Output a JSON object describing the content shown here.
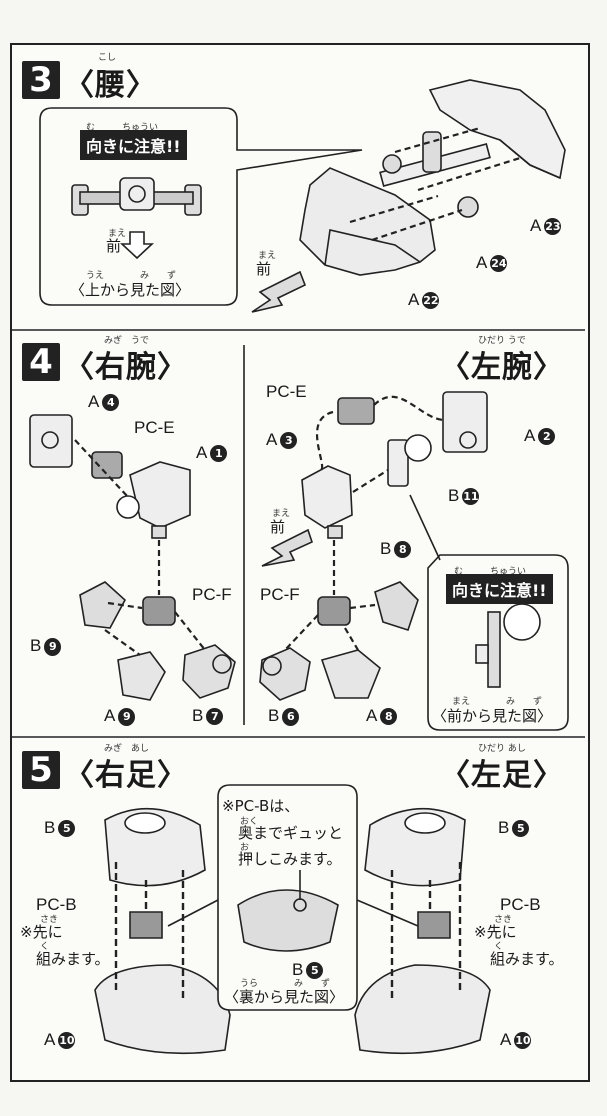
{
  "step3": {
    "number": "3",
    "title": "〈腰〉",
    "title_ruby": "こし",
    "callout": {
      "caution_ruby": "む　　　ちゅうい",
      "caution": "向きに注意!!",
      "front_ruby": "まえ",
      "front": "前",
      "view_ruby": "うえ　　　　み　　ず",
      "view": "〈上から見た図〉"
    },
    "front_ruby": "まえ",
    "front": "前",
    "parts": [
      {
        "letter": "A",
        "num": "23"
      },
      {
        "letter": "A",
        "num": "24"
      },
      {
        "letter": "A",
        "num": "22"
      }
    ]
  },
  "step4": {
    "number": "4",
    "title_right": "〈右腕〉",
    "title_right_ruby": "みぎ　うで",
    "title_left": "〈左腕〉",
    "title_left_ruby": "ひだり うで",
    "right_parts": [
      {
        "letter": "A",
        "num": "4"
      },
      {
        "letter": "PC-E",
        "num": ""
      },
      {
        "letter": "A",
        "num": "1"
      },
      {
        "letter": "PC-F",
        "num": ""
      },
      {
        "letter": "B",
        "num": "9"
      },
      {
        "letter": "A",
        "num": "9"
      },
      {
        "letter": "B",
        "num": "7"
      }
    ],
    "left_parts": [
      {
        "letter": "PC-E",
        "num": ""
      },
      {
        "letter": "A",
        "num": "3"
      },
      {
        "letter": "A",
        "num": "2"
      },
      {
        "letter": "B",
        "num": "11"
      },
      {
        "letter": "B",
        "num": "8"
      },
      {
        "letter": "PC-F",
        "num": ""
      },
      {
        "letter": "B",
        "num": "6"
      },
      {
        "letter": "A",
        "num": "8"
      }
    ],
    "front_ruby": "まえ",
    "front": "前",
    "callout": {
      "caution_ruby": "む　　　ちゅうい",
      "caution": "向きに注意!!",
      "view_ruby": "まえ　　　　み　　ず",
      "view": "〈前から見た図〉"
    }
  },
  "step5": {
    "number": "5",
    "title_right": "〈右足〉",
    "title_right_ruby": "みぎ　あし",
    "title_left": "〈左足〉",
    "title_left_ruby": "ひだり あし",
    "note_title": "※PC-Bは、",
    "note_line2": "奥までギュッと",
    "note_line2_ruby": "おく",
    "note_line3": "押しこみます。",
    "note_line3_ruby": "お",
    "center_part": {
      "letter": "B",
      "num": "5"
    },
    "center_view_ruby": "うら　　　　み　　ず",
    "center_view": "〈裏から見た図〉",
    "pcb": "PC-B",
    "first_ruby": "さき",
    "first_line1": "※先に",
    "first_line2": "組みます。",
    "first_line2_ruby": "く",
    "right_parts": [
      {
        "letter": "B",
        "num": "5"
      },
      {
        "letter": "A",
        "num": "10"
      }
    ],
    "left_parts": [
      {
        "letter": "B",
        "num": "5"
      },
      {
        "letter": "A",
        "num": "10"
      }
    ]
  }
}
